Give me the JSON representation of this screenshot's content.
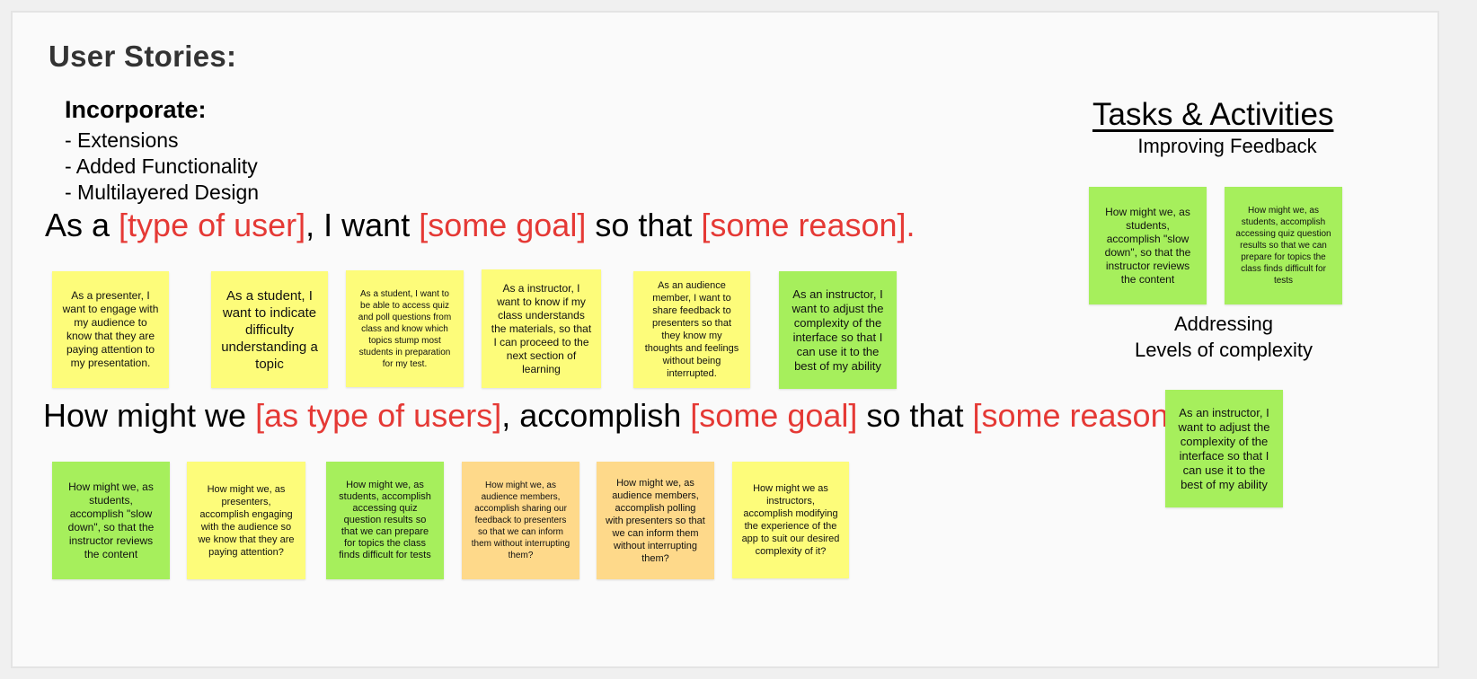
{
  "title": "User Stories:",
  "incorporate": {
    "heading": "Incorporate:",
    "items": [
      "- Extensions",
      "- Added Functionality",
      "- Multilayered Design"
    ]
  },
  "template1": {
    "p1": "As a ",
    "r1": "[type of user]",
    "p2": ", I want ",
    "r2": "[some goal]",
    "p3": " so that ",
    "r3": "[some reason]."
  },
  "stories": [
    "As a presenter, I want to engage with my audience to know that they are paying attention to my presentation.",
    "As a student, I want to indicate difficulty understanding a topic",
    "As a student, I want to be able to access quiz and poll questions from class and know which topics stump most students in preparation for my test.",
    "As a instructor, I want to know if my class understands the materials, so that I can proceed to the next section of learning",
    "As an audience member, I want to share feedback to presenters so that they know my thoughts and feelings without being interrupted.",
    "As an instructor, I want to adjust the complexity of the interface so that I can use it to the best of my ability"
  ],
  "template2": {
    "p1": "How might we ",
    "r1": "[as type of users]",
    "p2": ", accomplish ",
    "r2": "[some goal]",
    "p3": " so that ",
    "r3": "[some reason]",
    "p4": "."
  },
  "hmw": [
    "How might we, as students, accomplish \"slow down\", so that the instructor reviews the content",
    "How might we, as presenters, accomplish engaging with the audience so we know that they are paying attention?",
    "How might we, as students, accomplish accessing quiz question results so that we can prepare for topics the class finds difficult for tests",
    "How might we, as audience members, accomplish sharing our feedback to presenters so that we can inform them without interrupting them?",
    "How might we, as audience members, accomplish polling with presenters so that we can inform them without interrupting them?",
    "How might we as instructors, accomplish modifying the experience of the app to suit our desired complexity of it?"
  ],
  "tasks": {
    "title": "Tasks & Activities",
    "feedback_heading": "Improving Feedback",
    "feedback_notes": [
      "How might we, as students, accomplish \"slow down\", so that the instructor reviews the content",
      "How might we, as students, accomplish accessing quiz question results so that we can prepare for topics the class finds difficult for tests"
    ],
    "complexity_heading_line1": "Addressing",
    "complexity_heading_line2": "Levels of complexity",
    "complexity_note": "As an instructor, I want to adjust the complexity of the interface so that I can use it to the best of my ability"
  },
  "colors": {
    "yellow": "#fdfc7a",
    "green": "#a6ef5c",
    "orange": "#fed98a",
    "accent_red": "#e53935"
  }
}
